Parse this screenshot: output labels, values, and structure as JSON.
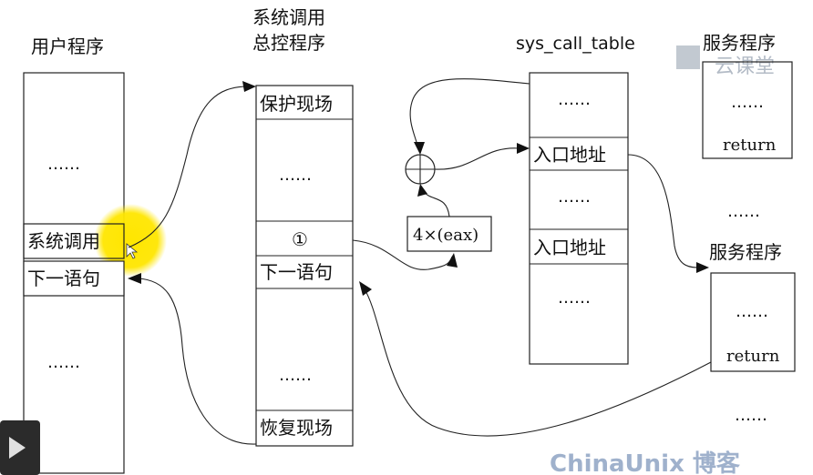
{
  "user_program": {
    "title": "用户程序",
    "dots_top": "……",
    "syscall": "系统调用",
    "next_stmt": "下一语句",
    "dots_bottom": "……"
  },
  "syscall_handler": {
    "title_line1": "系统调用",
    "title_line2": "总控程序",
    "save_context": "保护现场",
    "dots_top": "……",
    "circle_one": "①",
    "next_stmt": "下一语句",
    "dots_bottom": "……",
    "restore_context": "恢复现场"
  },
  "adder": {
    "offset_label": "4×(eax)"
  },
  "sys_call_table": {
    "title": "sys_call_table",
    "dots_1": "……",
    "entry_1": "入口地址",
    "dots_2": "……",
    "entry_2": "入口地址",
    "dots_3": "……"
  },
  "service_top": {
    "title": "服务程序",
    "dots": "……",
    "ret": "return"
  },
  "middle_dots": "……",
  "service_bottom": {
    "title": "服务程序",
    "dots": "……",
    "ret": "return"
  },
  "bottom_dots": "……",
  "watermark_top": "云课堂",
  "watermark_bottom": "ChinaUnix 博客",
  "colors": {
    "highlight": "#ffe600",
    "watermark": "#8fa4c4"
  }
}
